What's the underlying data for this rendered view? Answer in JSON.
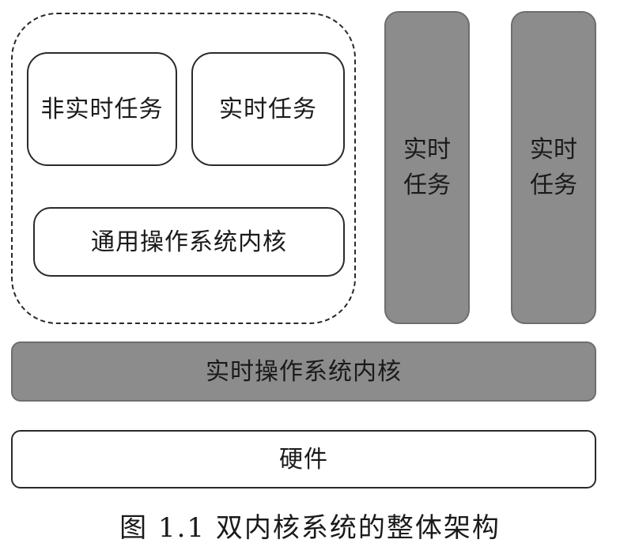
{
  "diagram": {
    "non_realtime_task": "非实时任务",
    "realtime_task": "实时任务",
    "gp_os_kernel": "通用操作系统内核",
    "realtime_task_col_1": "实时任务",
    "realtime_task_col_2": "实时任务",
    "rtos_kernel": "实时操作系统内核",
    "hardware": "硬件",
    "caption": "图 1.1 双内核系统的整体架构"
  },
  "colors": {
    "gray_fill": "#8c8c8c",
    "border": "#2a2a2a",
    "background": "#ffffff"
  }
}
